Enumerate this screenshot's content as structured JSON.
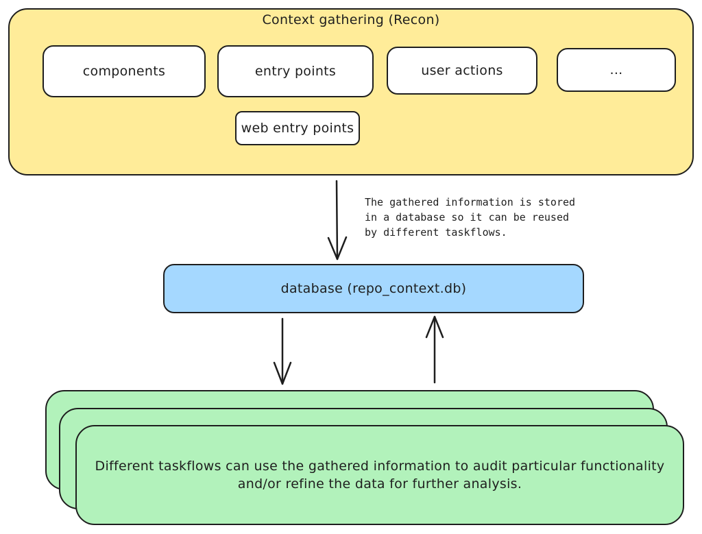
{
  "recon": {
    "title": "Context gathering (Recon)",
    "items": [
      {
        "label": "components"
      },
      {
        "label": "entry points"
      },
      {
        "label": "user actions"
      },
      {
        "label": "..."
      },
      {
        "label": "web entry points"
      }
    ]
  },
  "note": {
    "lines": [
      "The gathered information is stored",
      "in a database so it can be reused",
      "by different taskflows."
    ]
  },
  "database": {
    "label": "database (repo_context.db)"
  },
  "taskflows": {
    "description_lines": [
      "Different taskflows can use the gathered information to audit particular functionality",
      "and/or refine the data for further analysis."
    ]
  },
  "colors": {
    "recon_fill": "#ffec99",
    "database_fill": "#a5d8ff",
    "taskflow_fill": "#b2f2bb",
    "stroke": "#1e1e1e"
  }
}
